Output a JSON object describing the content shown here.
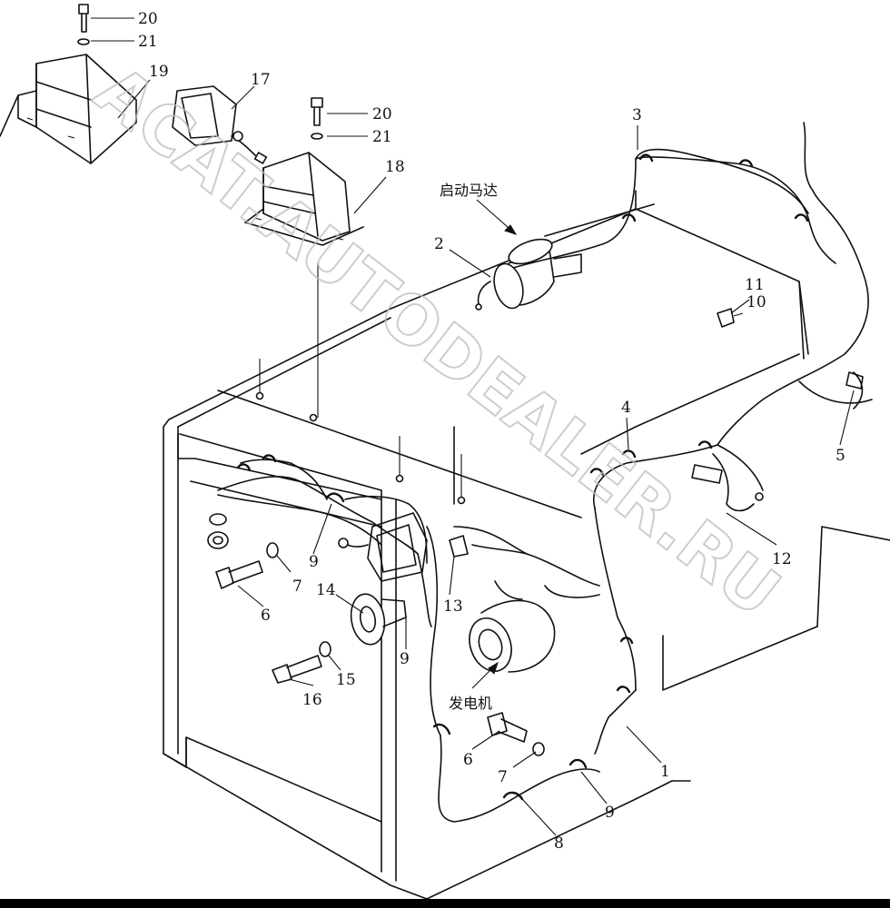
{
  "watermark": "ACAT.AUTODEALER.RU",
  "annotations": {
    "starter_motor": "启动马达",
    "alternator": "发电机"
  },
  "callouts": {
    "c20a": "20",
    "c21a": "21",
    "c19": "19",
    "c17": "17",
    "c20b": "20",
    "c21b": "21",
    "c18": "18",
    "c3": "3",
    "c2": "2",
    "c11": "11",
    "c10": "10",
    "c4": "4",
    "c5": "5",
    "c12": "12",
    "c9a": "9",
    "c7a": "7",
    "c6a": "6",
    "c14": "14",
    "c13": "13",
    "c9b": "9",
    "c15": "15",
    "c16": "16",
    "c6b": "6",
    "c7b": "7",
    "c9c": "9",
    "c1": "1",
    "c8": "8"
  }
}
